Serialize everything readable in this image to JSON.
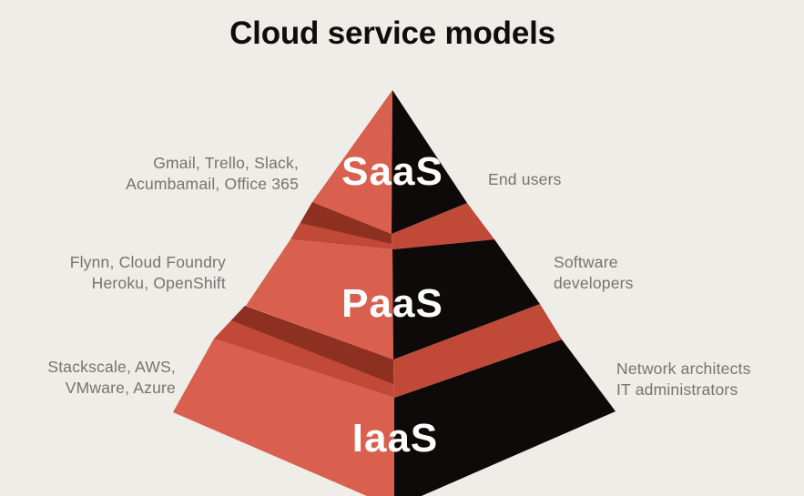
{
  "title": "Cloud service models",
  "colors": {
    "background": "#eeede7",
    "face_left_red": "#d9604e",
    "face_right_black": "#0e0a09",
    "top_band_red": "#c04a37",
    "shadow_maroon": "#8e3021",
    "side_label_gray": "#757470",
    "tier_label_white": "#ffffff",
    "title_black": "#0f0e0c"
  },
  "tiers": [
    {
      "name": "SaaS",
      "examples": [
        "Gmail, Trello, Slack,",
        "Acumbamail, Office 365"
      ],
      "users": [
        "End users",
        ""
      ]
    },
    {
      "name": "PaaS",
      "examples": [
        "Flynn, Cloud Foundry",
        "Heroku, OpenShift"
      ],
      "users": [
        "Software",
        "developers"
      ]
    },
    {
      "name": "IaaS",
      "examples": [
        "Stackscale, AWS,",
        "VMware, Azure"
      ],
      "users": [
        "Network architects",
        "IT administrators"
      ]
    }
  ]
}
